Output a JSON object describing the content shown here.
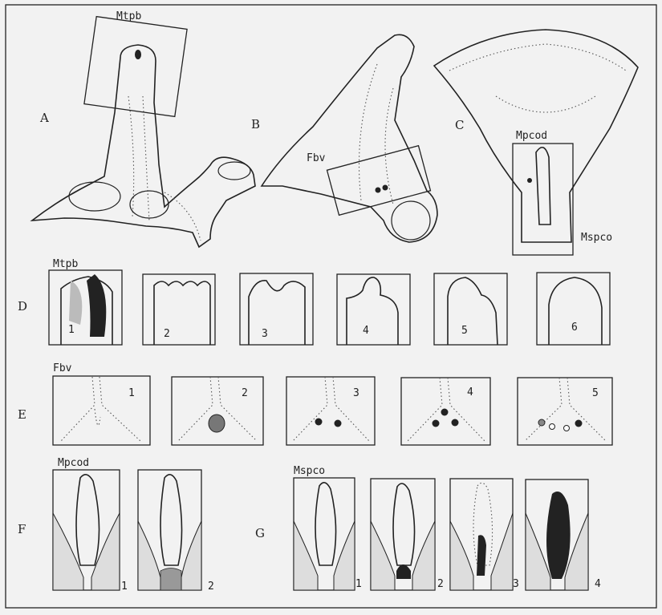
{
  "panels": {
    "A": "A",
    "B": "B",
    "C": "C",
    "D": "D",
    "E": "E",
    "F": "F",
    "G": "G"
  },
  "labels": {
    "mtpb_top": "Mtpb",
    "fbv_mid": "Fbv",
    "mpcod_mid": "Mpcod",
    "mspco_mid": "Mspco",
    "mtpb_row": "Mtpb",
    "fbv_row": "Fbv",
    "mpcod_row": "Mpcod",
    "mspco_row": "Mspco"
  },
  "row_D": [
    "1",
    "2",
    "3",
    "4",
    "5",
    "6"
  ],
  "row_E": [
    "1",
    "2",
    "3",
    "4",
    "5"
  ],
  "row_F": [
    "1",
    "2"
  ],
  "row_G": [
    "1",
    "2",
    "3",
    "4"
  ]
}
